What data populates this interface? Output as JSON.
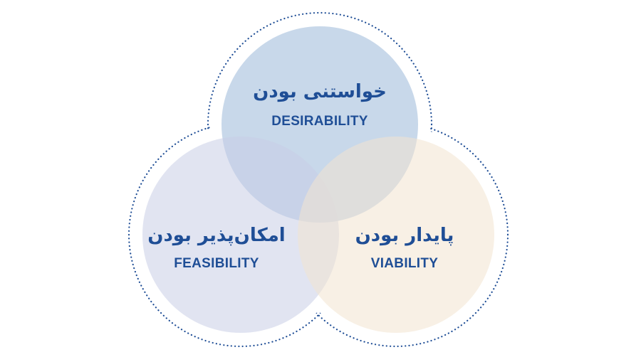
{
  "colors": {
    "outline": "#1f4e96",
    "text": "#1f4e96",
    "desirability_fill": "#a6c0dd",
    "feasibility_fill": "#c9cde6",
    "viability_fill": "#f2e4cf"
  },
  "circles": [
    {
      "id": "desirability",
      "title_fa": "خواستنی بودن",
      "title_en": "DESIRABILITY"
    },
    {
      "id": "feasibility",
      "title_fa": "امکان‌پذیر بودن",
      "title_en": "FEASIBILITY"
    },
    {
      "id": "viability",
      "title_fa": "پایدار بودن",
      "title_en": "VIABILITY"
    }
  ]
}
